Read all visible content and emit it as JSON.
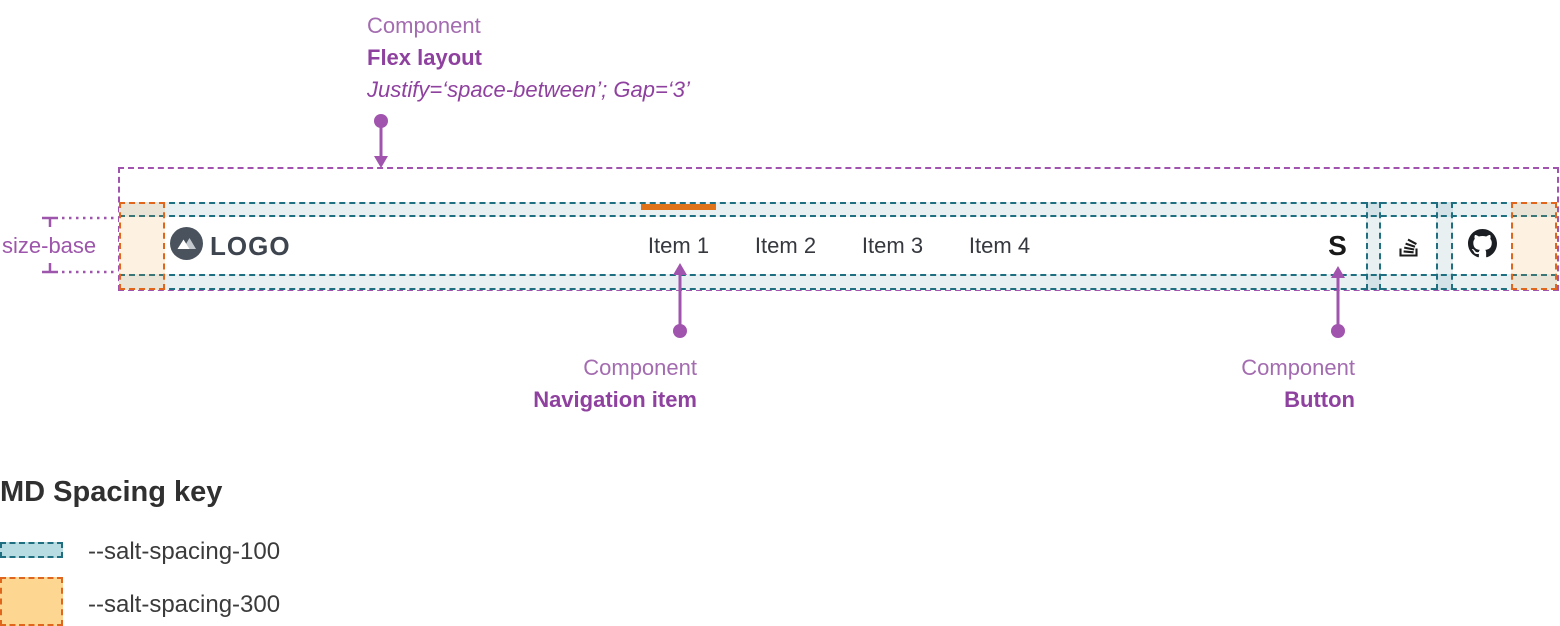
{
  "annotations": {
    "flex_layout": {
      "kicker": "Component",
      "title": "Flex layout",
      "detail": "Justify=‘space-between’; Gap=‘3’"
    },
    "navigation_item": {
      "kicker": "Component",
      "title": "Navigation item"
    },
    "button": {
      "kicker": "Component",
      "title": "Button"
    },
    "size_base_label": "size-base"
  },
  "navbar": {
    "logo_text": "LOGO",
    "items": [
      {
        "label": "Item 1",
        "active": true
      },
      {
        "label": "Item 2",
        "active": false
      },
      {
        "label": "Item 3",
        "active": false
      },
      {
        "label": "Item 4",
        "active": false
      }
    ],
    "action_buttons": [
      {
        "icon": "letter-s-icon",
        "label": "S"
      },
      {
        "icon": "stackoverflow-icon"
      },
      {
        "icon": "github-icon"
      }
    ]
  },
  "legend": {
    "title": "MD Spacing key",
    "entries": [
      {
        "label": "--salt-spacing-100",
        "fill": "#b7dde3",
        "border": "#1f6f80"
      },
      {
        "label": "--salt-spacing-300",
        "fill": "#fdd691",
        "border": "#e0661d"
      }
    ]
  },
  "colors": {
    "annotation_purple": "#8f419f",
    "annotation_purple_light": "#a46cb0",
    "outline_purple": "#a154ae",
    "spacing_100_line": "#1f6f80",
    "spacing_300_line": "#e0661d",
    "active_indicator": "#e07317",
    "nav_text": "#35383e",
    "logo_slate": "#49525d"
  }
}
